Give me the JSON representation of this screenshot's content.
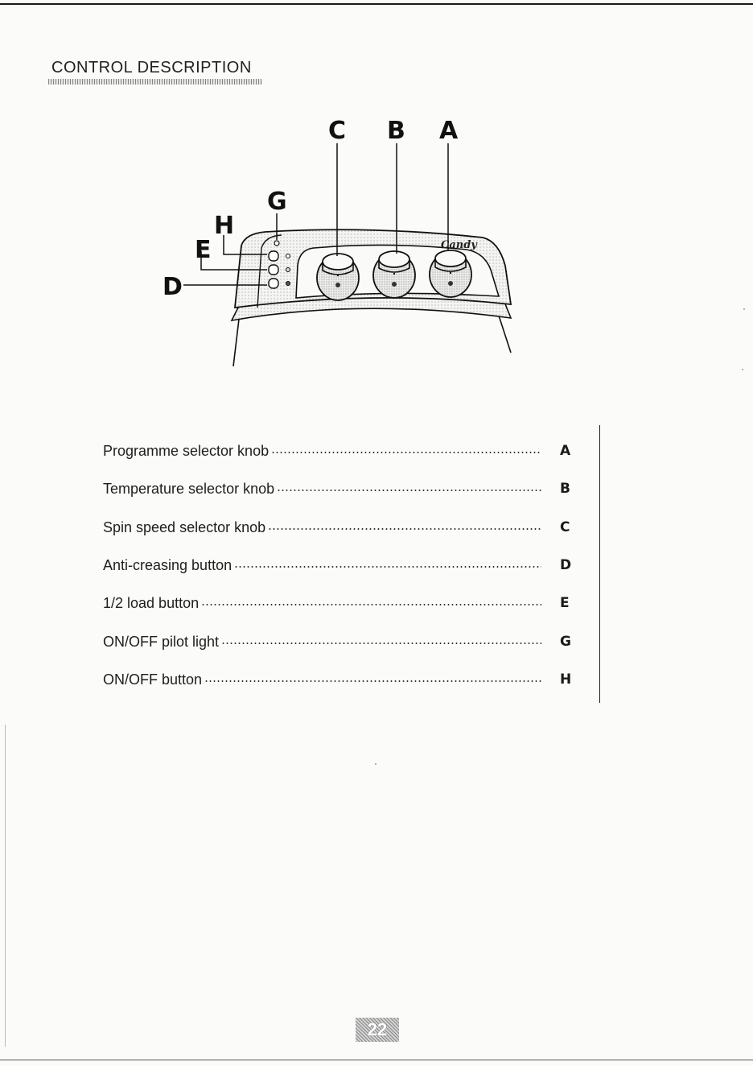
{
  "section": {
    "title": "CONTROL DESCRIPTION"
  },
  "diagram": {
    "brand": "Candy",
    "callouts": {
      "a": "A",
      "b": "B",
      "c": "C",
      "d": "D",
      "e": "E",
      "g": "G",
      "h": "H"
    }
  },
  "legend": {
    "items": [
      {
        "label": "Programme selector knob",
        "code": "A"
      },
      {
        "label": "Temperature selector knob",
        "code": "B"
      },
      {
        "label": "Spin speed selector knob",
        "code": "C"
      },
      {
        "label": "Anti-creasing button",
        "code": "D"
      },
      {
        "label": "1/2 load button",
        "code": "E"
      },
      {
        "label": "ON/OFF pilot light",
        "code": "G"
      },
      {
        "label": "ON/OFF button",
        "code": "H"
      }
    ]
  },
  "footer": {
    "page_number": "22"
  }
}
